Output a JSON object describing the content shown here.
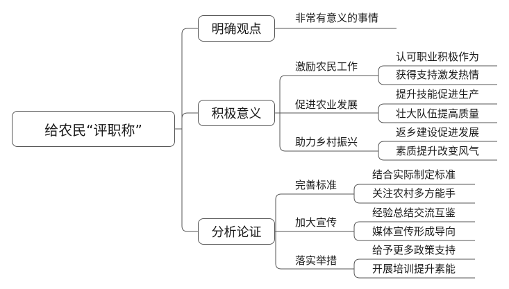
{
  "root": "给农民“评职称”",
  "branches": [
    {
      "title": "明确观点",
      "items": [
        {
          "label": "非常有意义的事情",
          "leaves": []
        }
      ]
    },
    {
      "title": "积极意义",
      "items": [
        {
          "label": "激励农民工作",
          "leaves": [
            "认可职业积极作为",
            "获得支持激发热情"
          ]
        },
        {
          "label": "促进农业发展",
          "leaves": [
            "提升技能促进生产",
            "壮大队伍提高质量"
          ]
        },
        {
          "label": "助力乡村振兴",
          "leaves": [
            "返乡建设促进发展",
            "素质提升改变风气"
          ]
        }
      ]
    },
    {
      "title": "分析论证",
      "items": [
        {
          "label": "完善标准",
          "leaves": [
            "结合实际制定标准",
            "关注农村多方能手"
          ]
        },
        {
          "label": "加大宣传",
          "leaves": [
            "经验总结交流互鉴",
            "媒体宣传形成导向"
          ]
        },
        {
          "label": "落实举措",
          "leaves": [
            "给予更多政策支持",
            "开展培训提升素能"
          ]
        }
      ]
    }
  ],
  "colors": {
    "line": "#555555",
    "text": "#1a1a1a",
    "border": "#555555"
  }
}
